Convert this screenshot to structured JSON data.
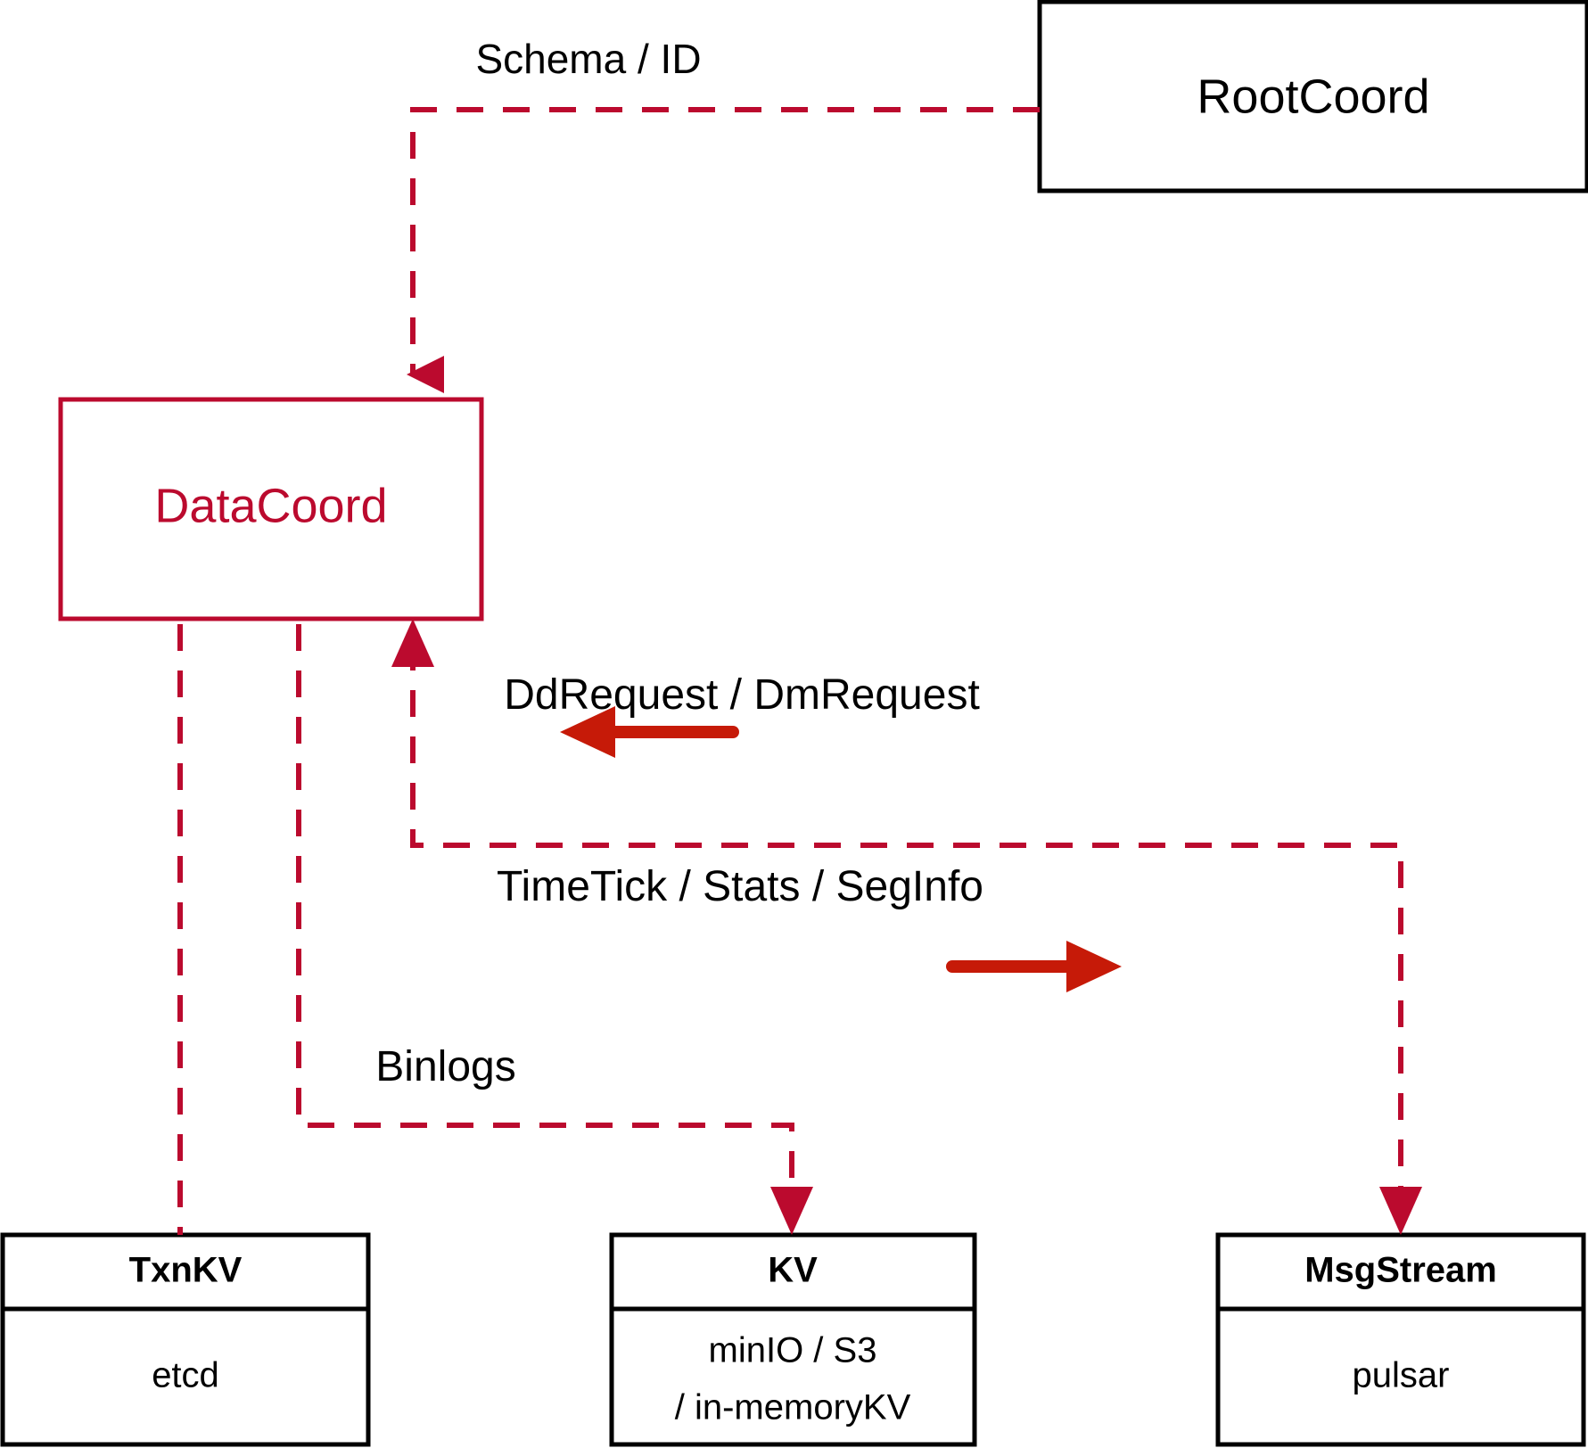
{
  "diagram": {
    "title": "DataCoord architecture",
    "colors": {
      "accent_red": "#bb0a2e",
      "arrow_red": "#c61a08",
      "outline_black": "#000000",
      "background": "#ffffff"
    },
    "nodes": {
      "rootcoord": {
        "label": "RootCoord",
        "style": "black-outline"
      },
      "datacoord": {
        "label": "DataCoord",
        "style": "red-outline"
      },
      "txnkv": {
        "title": "TxnKV",
        "sub1": "etcd",
        "sub2": ""
      },
      "kv": {
        "title": "KV",
        "sub1": "minIO / S3",
        "sub2": "/ in-memoryKV"
      },
      "msgstream": {
        "title": "MsgStream",
        "sub1": "pulsar",
        "sub2": ""
      }
    },
    "edge_labels": {
      "schema_id": "Schema / ID",
      "dd_dm_request": "DdRequest / DmRequest",
      "timetick_stats_seginfo": "TimeTick / Stats / SegInfo",
      "binlogs": "Binlogs"
    }
  }
}
